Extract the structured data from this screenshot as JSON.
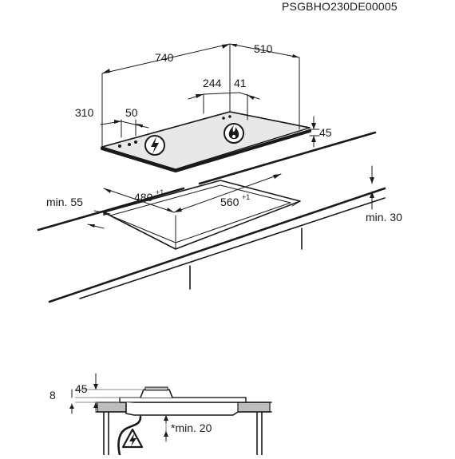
{
  "drawing": {
    "code": "PSGBHO230DE00005",
    "dimensions": {
      "width_740": "740",
      "depth_510": "510",
      "d_244": "244",
      "d_41": "41",
      "d_310": "310",
      "d_50": "50",
      "height_45": "45",
      "cutout_480": "480",
      "cutout_560": "560",
      "tolerance": "+1",
      "min_55": "min. 55",
      "min_30": "min. 30",
      "detail_8": "8",
      "detail_45": "45",
      "detail_min_20": "*min. 20"
    },
    "icons": {
      "electric": "lightning-bolt-icon",
      "gas": "flame-icon",
      "warning": "electric-warning-icon"
    }
  }
}
